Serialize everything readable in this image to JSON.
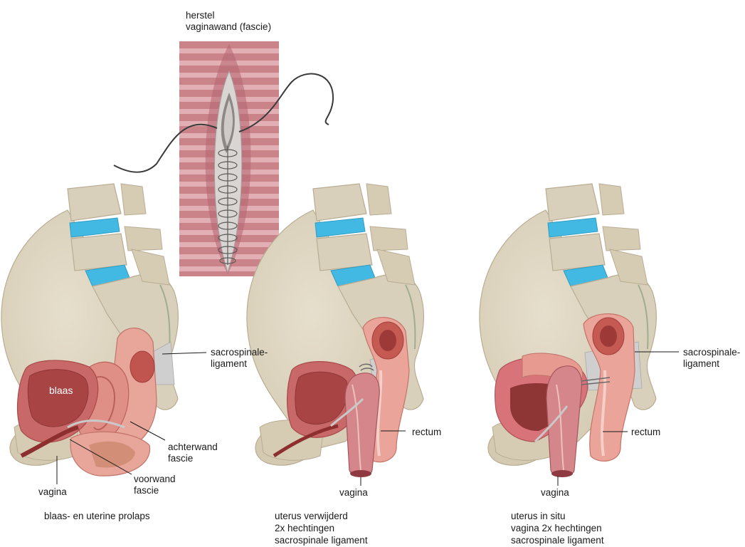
{
  "top_label": {
    "line1": "herstel",
    "line2": "vaginawand (fascie)"
  },
  "panels": [
    {
      "caption": "blaas- en uterine prolaps",
      "labels": {
        "blaas": "blaas",
        "sacrospinale_1": "sacrospinale-",
        "sacrospinale_2": "ligament",
        "achterwand_1": "achterwand",
        "achterwand_2": "fascie",
        "voorwand_1": "voorwand",
        "voorwand_2": "fascie",
        "vagina": "vagina"
      }
    },
    {
      "caption_lines": [
        "uterus verwijderd",
        "2x hechtingen",
        "sacrospinale ligament"
      ],
      "labels": {
        "rectum": "rectum",
        "vagina": "vagina"
      }
    },
    {
      "caption_lines": [
        "uterus in situ",
        "vagina 2x hechtingen",
        "sacrospinale ligament"
      ],
      "labels": {
        "sacrospinale_1": "sacrospinale-",
        "sacrospinale_2": "ligament",
        "rectum": "rectum",
        "vagina": "vagina"
      }
    }
  ],
  "colors": {
    "bone": "#d9d0bb",
    "bone_dark": "#b9ac93",
    "disc": "#41b9e3",
    "bladder": "#b84a4a",
    "tissue_pink": "#e79a90",
    "tissue_light": "#f3c2b8",
    "ligament": "#c9c9c9",
    "fascia_band": "#b5636a"
  }
}
